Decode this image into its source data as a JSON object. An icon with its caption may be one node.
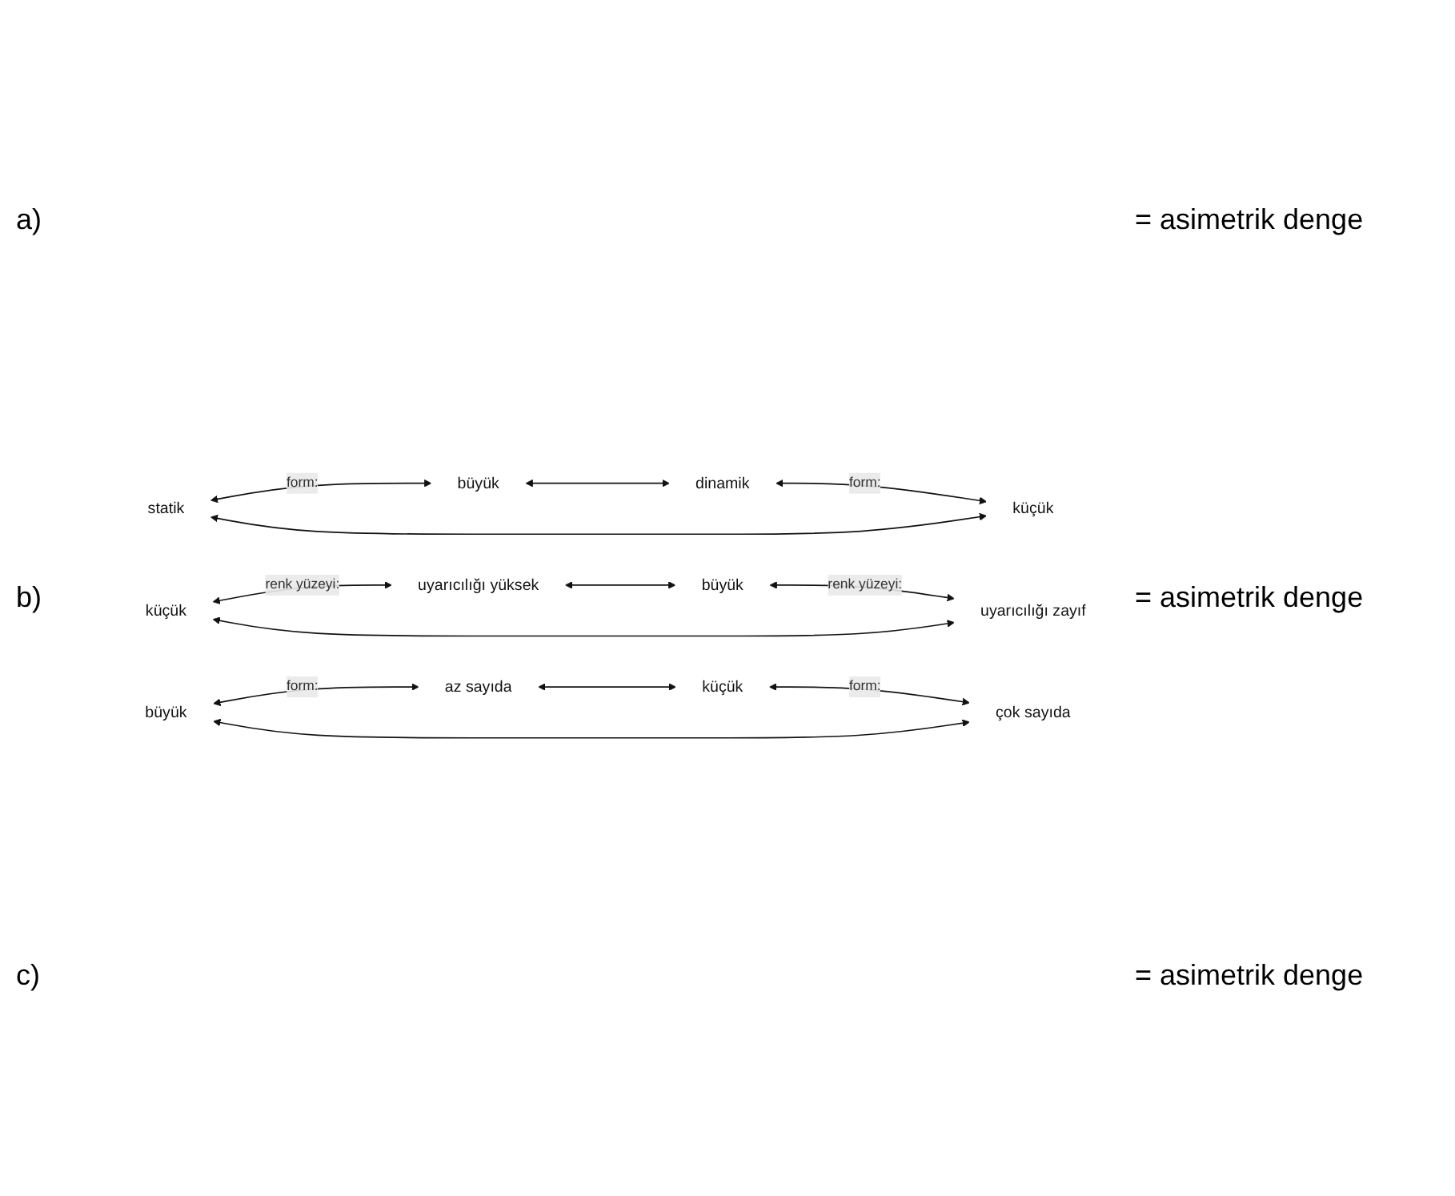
{
  "diagram": {
    "nodes": [
      {
        "text": [
          "statik"
        ]
      },
      {
        "text": [
          "dinamik"
        ]
      },
      {
        "text": [
          "büyük"
        ]
      },
      {
        "text": [
          "küçük"
        ]
      },
      {
        "text": [
          "küçük"
        ]
      },
      {
        "text": [
          "büyük"
        ]
      },
      {
        "text": [
          "uyarıcılığı yüksek"
        ]
      },
      {
        "text": [
          "uyarıcılığı zayıf"
        ]
      },
      {
        "text": [
          "büyük"
        ]
      },
      {
        "text": [
          "küçük"
        ]
      },
      {
        "text": [
          "az sayıda"
        ]
      },
      {
        "text": [
          "çok sayıda"
        ]
      }
    ],
    "edges": [
      {
        "from": 0,
        "to": 2,
        "arrow": "both",
        "label": "form:"
      },
      {
        "from": 1,
        "to": 3,
        "arrow": "both",
        "label": "form:"
      },
      {
        "from": 0,
        "to": 3,
        "arrow": "both"
      },
      {
        "from": 2,
        "to": 1,
        "arrow": "both"
      },
      {
        "from": 4,
        "to": 6,
        "arrow": "both",
        "label": "renk yüzeyi:"
      },
      {
        "from": 5,
        "to": 7,
        "arrow": "both",
        "label": "renk yüzeyi:"
      },
      {
        "from": 4,
        "to": 7,
        "arrow": "both"
      },
      {
        "from": 6,
        "to": 5,
        "arrow": "both"
      },
      {
        "from": 8,
        "to": 10,
        "arrow": "both",
        "label": "form:"
      },
      {
        "from": 9,
        "to": 11,
        "arrow": "both",
        "label": "form:"
      },
      {
        "from": 8,
        "to": 11,
        "arrow": "both"
      },
      {
        "from": 10,
        "to": 9,
        "arrow": "both"
      }
    ],
    "labels": [
      "a)",
      "= asimetrik denge",
      "b)",
      "= asimetrik denge",
      "c)",
      "= asimetrik denge"
    ]
  }
}
